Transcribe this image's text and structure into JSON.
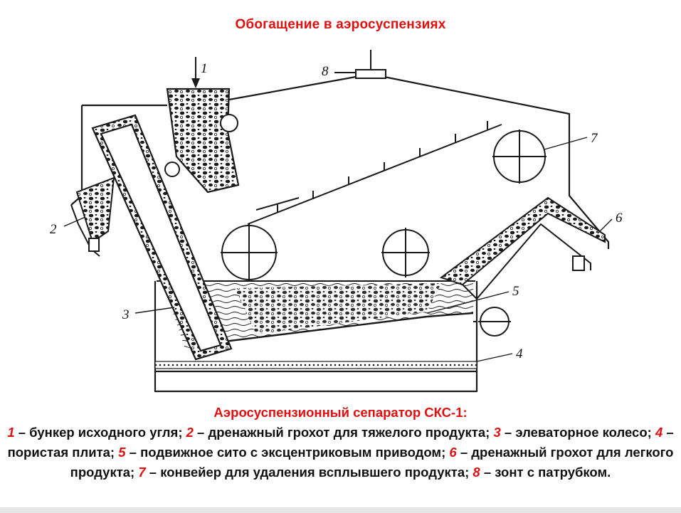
{
  "slide": {
    "title": "Обогащение в аэросуспензиях"
  },
  "diagram": {
    "labels": {
      "l1": "1",
      "l2": "2",
      "l3": "3",
      "l4": "4",
      "l5": "5",
      "l6": "6",
      "l7": "7",
      "l8": "8"
    }
  },
  "caption": {
    "title": "Аэросуспензионный сепаратор СКС-1:",
    "items": [
      {
        "num": "1",
        "text": " – бункер исходного угля; "
      },
      {
        "num": "2",
        "text": " – дренажный грохот для тяжелого продукта; "
      },
      {
        "num": "3",
        "text": " – элеваторное колесо; "
      },
      {
        "num": "4",
        "text": " – пористая плита; "
      },
      {
        "num": "5",
        "text": " – подвижное сито с эксцентриковым приводом; "
      },
      {
        "num": "6",
        "text": " – дренажный грохот для легкого продукта; "
      },
      {
        "num": "7",
        "text": " – конвейер для удаления всплывшего продукта; "
      },
      {
        "num": "8",
        "text": " – зонт с патрубком."
      }
    ]
  },
  "colors": {
    "accent": "#e01010",
    "text": "#111111",
    "line": "#1a1a1a"
  }
}
